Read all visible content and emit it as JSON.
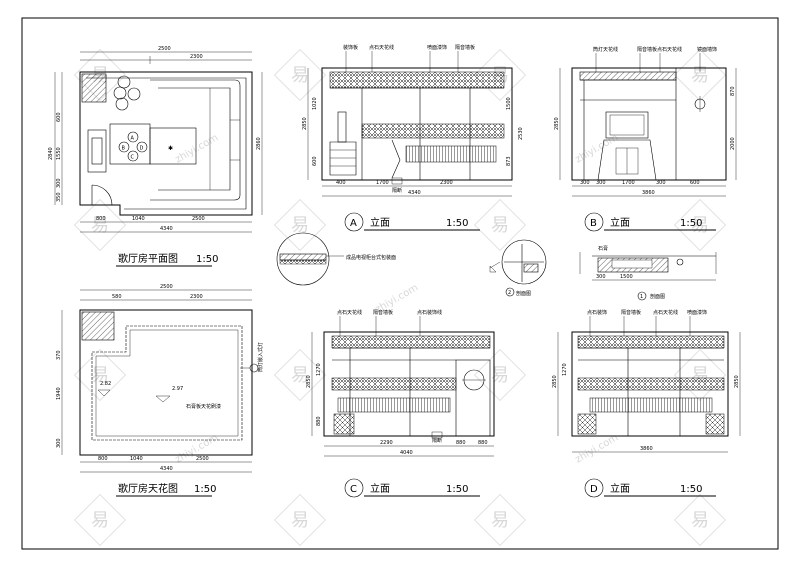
{
  "watermark": {
    "glyph": "易",
    "text": "zhiyi.com"
  },
  "plan": {
    "title": "歌厅房平面图",
    "scale": "1:50",
    "dims_top": [
      "2500",
      "2300"
    ],
    "dims_left": [
      "600",
      "1550",
      "300",
      "350"
    ],
    "dims_left_total": "2840",
    "dims_right": "2860",
    "dims_bottom": [
      "800",
      "1040",
      "2500"
    ],
    "dims_bottom_total": "4340",
    "markers": [
      "A",
      "B",
      "C",
      "D"
    ]
  },
  "ceiling": {
    "title": "歌厅房天花图",
    "scale": "1:50",
    "dims_top": [
      "2500",
      "580",
      "2300"
    ],
    "dims_left": [
      "370",
      "1940",
      "300"
    ],
    "dims_bottom": [
      "800",
      "1040",
      "2500"
    ],
    "dims_bottom_total": "4340",
    "level_1": "2.82",
    "level_2": "2.97",
    "note": "石膏板天花刷漆",
    "note_right": "筒灯嵌入式灯"
  },
  "elev_a": {
    "marker": "A",
    "title": "立面",
    "scale": "1:50",
    "callouts": [
      "装饰板",
      "点石天花线",
      "喷面漆饰",
      "隔音墙板"
    ],
    "dims_bottom": [
      "400",
      "1700",
      "2300"
    ],
    "dims_bottom_total": "4340",
    "dims_left": [
      "2850",
      "1020",
      "600"
    ],
    "dims_right": [
      "1500",
      "873",
      "2530"
    ],
    "tag": "隔断"
  },
  "elev_b": {
    "marker": "B",
    "title": "立面",
    "scale": "1:50",
    "callouts": [
      "筒灯天花线",
      "隔音墙板",
      "点石天花线",
      "镜面墙饰"
    ],
    "dims_bottom": [
      "300",
      "300",
      "1700",
      "300",
      "600"
    ],
    "dims_bottom_total": "3860",
    "dims_left": "2850",
    "dims_right": [
      "870",
      "2000"
    ]
  },
  "detail_1": {
    "note": "成品电视柜台式包装面",
    "label": "2",
    "caption": "剖面图",
    "wall_label": "石膏",
    "dims": [
      "1500",
      "300"
    ]
  },
  "elev_c": {
    "marker": "C",
    "title": "立面",
    "scale": "1:50",
    "callouts": [
      "点石天花线",
      "隔音墙板",
      "点石装饰线"
    ],
    "dims_bottom": [
      "2290",
      "880",
      "880"
    ],
    "dims_bottom_total": "4040",
    "dims_left": [
      "2850",
      "1270",
      "880"
    ],
    "tag": "隔断"
  },
  "elev_d": {
    "marker": "D",
    "title": "立面",
    "scale": "1:50",
    "callouts": [
      "点石装饰",
      "隔音墙板",
      "点石天花线",
      "喷面漆饰"
    ],
    "dims_bottom_total": "3860",
    "dims_left": [
      "2850",
      "1270"
    ],
    "dims_right": [
      "2850"
    ]
  }
}
